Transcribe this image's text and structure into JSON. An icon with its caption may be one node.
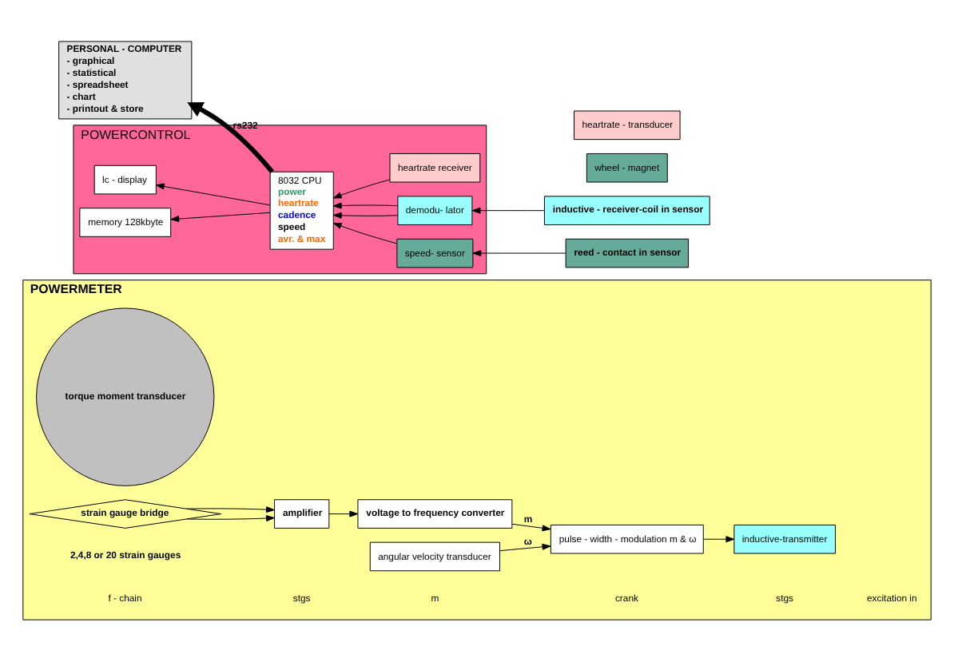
{
  "diagram": {
    "nodes": [
      {
        "text": [
          "POWERMETER"
        ]
      },
      {
        "text": [
          "torque moment transducer"
        ],
        "in": 0
      },
      {
        "text": [
          "strain gauge bridge"
        ],
        "in": 0,
        "beside": [
          "2,4,8 or 20 strain gauges"
        ]
      },
      {
        "text": [
          "amplifier"
        ],
        "in": 0
      },
      {
        "text": [
          "voltage to frequency converter"
        ],
        "in": 0
      },
      {
        "text": [
          "angular velocity transducer"
        ],
        "in": 0
      },
      {
        "text": [
          "pulse - width - modulation m & ω"
        ],
        "in": 0
      },
      {
        "text": [
          "inductive-transmitter"
        ],
        "in": 0
      },
      {
        "text": [
          "PERSONAL - COMPUTER",
          "- graphical",
          "- statistical",
          "- spreadsheet",
          "- chart",
          "- printout & store"
        ]
      },
      {
        "text": [
          "POWERCONTROL"
        ]
      },
      {
        "text": [
          "lc - display"
        ],
        "in": 9
      },
      {
        "text": [
          "8032 CPU",
          "power",
          "heartrate",
          "cadence",
          "speed",
          "avr. & max"
        ],
        "in": 9
      },
      {
        "text": [
          "memory 128kbyte"
        ],
        "in": 9
      },
      {
        "text": [
          "demodu- lator"
        ],
        "in": 9
      },
      {
        "text": [
          "speed- sensor"
        ],
        "in": 9
      },
      {
        "text": [
          "heartrate receiver"
        ],
        "in": 9
      },
      {
        "text": [
          "inductive - receiver-coil in sensor"
        ]
      },
      {
        "text": [
          "reed - contact in sensor"
        ]
      },
      {
        "text": [
          "wheel - magnet"
        ]
      },
      {
        "text": [
          "heartrate - transducer"
        ]
      }
    ],
    "edges": [
      {
        "from": 2,
        "to": 3,
        "arrow": "to"
      },
      {
        "from": 2,
        "to": 3,
        "arrow": "to"
      },
      {
        "from": 3,
        "to": 4,
        "arrow": "to"
      },
      {
        "from": 4,
        "to": 6,
        "arrow": "to",
        "label": "m"
      },
      {
        "from": 5,
        "to": 6,
        "arrow": "to",
        "label": "ω"
      },
      {
        "from": 6,
        "to": 7,
        "arrow": "to"
      },
      {
        "from": 11,
        "to": 8,
        "arrow": "to",
        "label": "rs232",
        "style": "thick"
      },
      {
        "from": 11,
        "to": 10,
        "arrow": "to"
      },
      {
        "from": 11,
        "to": 12,
        "arrow": "to"
      },
      {
        "from": 13,
        "to": 11,
        "arrow": "to"
      },
      {
        "from": 13,
        "to": 11,
        "arrow": "to"
      },
      {
        "from": 14,
        "to": 11,
        "arrow": "to"
      },
      {
        "from": 15,
        "to": 11,
        "arrow": "to"
      },
      {
        "from": 16,
        "to": 13,
        "arrow": "to"
      },
      {
        "from": 17,
        "to": 14,
        "arrow": "to"
      }
    ],
    "labels": [
      "f - chain",
      "stgs",
      "m",
      "crank",
      "stgs",
      "excitation in"
    ]
  }
}
